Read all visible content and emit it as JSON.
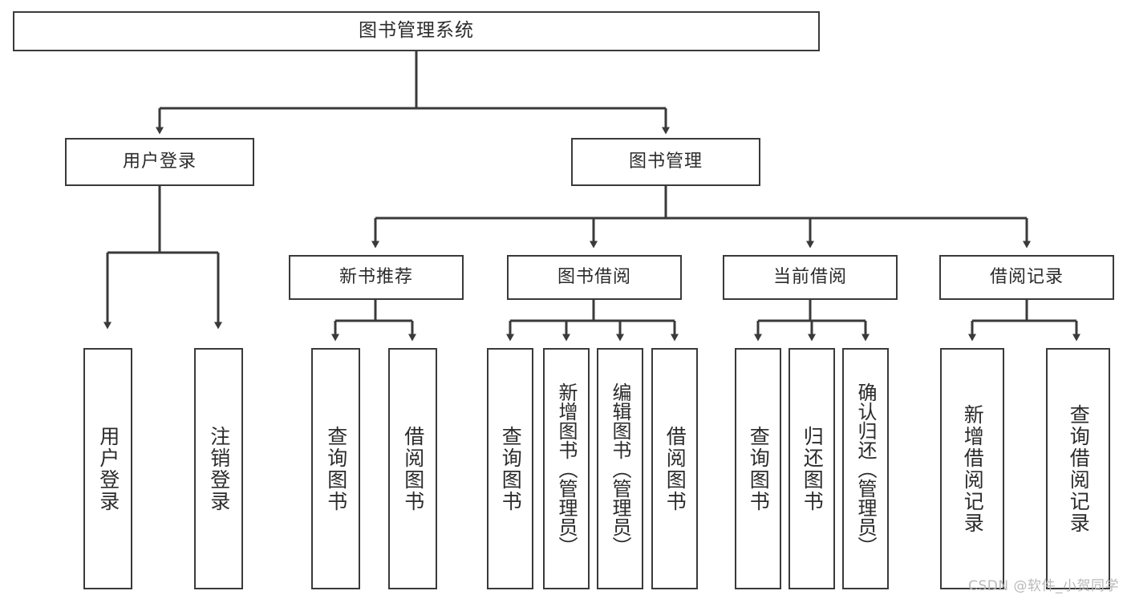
{
  "diagram": {
    "title": "图书管理系统",
    "type": "hierarchy-tree",
    "root": {
      "id": "root",
      "label": "图书管理系统"
    },
    "level1": [
      {
        "id": "user-login",
        "label": "用户登录"
      },
      {
        "id": "book-manage",
        "label": "图书管理"
      }
    ],
    "level2": [
      {
        "id": "new-book-rec",
        "label": "新书推荐",
        "parent": "book-manage"
      },
      {
        "id": "book-borrow",
        "label": "图书借阅",
        "parent": "book-manage"
      },
      {
        "id": "current-borrow",
        "label": "当前借阅",
        "parent": "book-manage"
      },
      {
        "id": "borrow-record",
        "label": "借阅记录",
        "parent": "book-manage"
      }
    ],
    "leaves": [
      {
        "id": "leaf-user-login",
        "label": "用户登录",
        "parent": "user-login"
      },
      {
        "id": "leaf-user-logout",
        "label": "注销登录",
        "parent": "user-login"
      },
      {
        "id": "leaf-query-book-1",
        "label": "查询图书",
        "parent": "new-book-rec"
      },
      {
        "id": "leaf-borrow-book-1",
        "label": "借阅图书",
        "parent": "new-book-rec"
      },
      {
        "id": "leaf-query-book-2",
        "label": "查询图书",
        "parent": "book-borrow"
      },
      {
        "id": "leaf-add-book",
        "label": "新增图书（管理员）",
        "parent": "book-borrow"
      },
      {
        "id": "leaf-edit-book",
        "label": "编辑图书（管理员）",
        "parent": "book-borrow"
      },
      {
        "id": "leaf-borrow-book-2",
        "label": "借阅图书",
        "parent": "book-borrow"
      },
      {
        "id": "leaf-query-book-3",
        "label": "查询图书",
        "parent": "current-borrow"
      },
      {
        "id": "leaf-return-book",
        "label": "归还图书",
        "parent": "current-borrow"
      },
      {
        "id": "leaf-confirm-return",
        "label": "确认归还（管理员）",
        "parent": "current-borrow"
      },
      {
        "id": "leaf-add-record",
        "label": "新增借阅记录",
        "parent": "borrow-record"
      },
      {
        "id": "leaf-query-record",
        "label": "查询借阅记录",
        "parent": "borrow-record"
      }
    ],
    "watermark": "CSDN @软件_小贺同学",
    "colors": {
      "stroke": "#3a3a3a",
      "background": "#ffffff",
      "text": "#2b2b2b",
      "watermark": "#b9b9b9"
    }
  }
}
